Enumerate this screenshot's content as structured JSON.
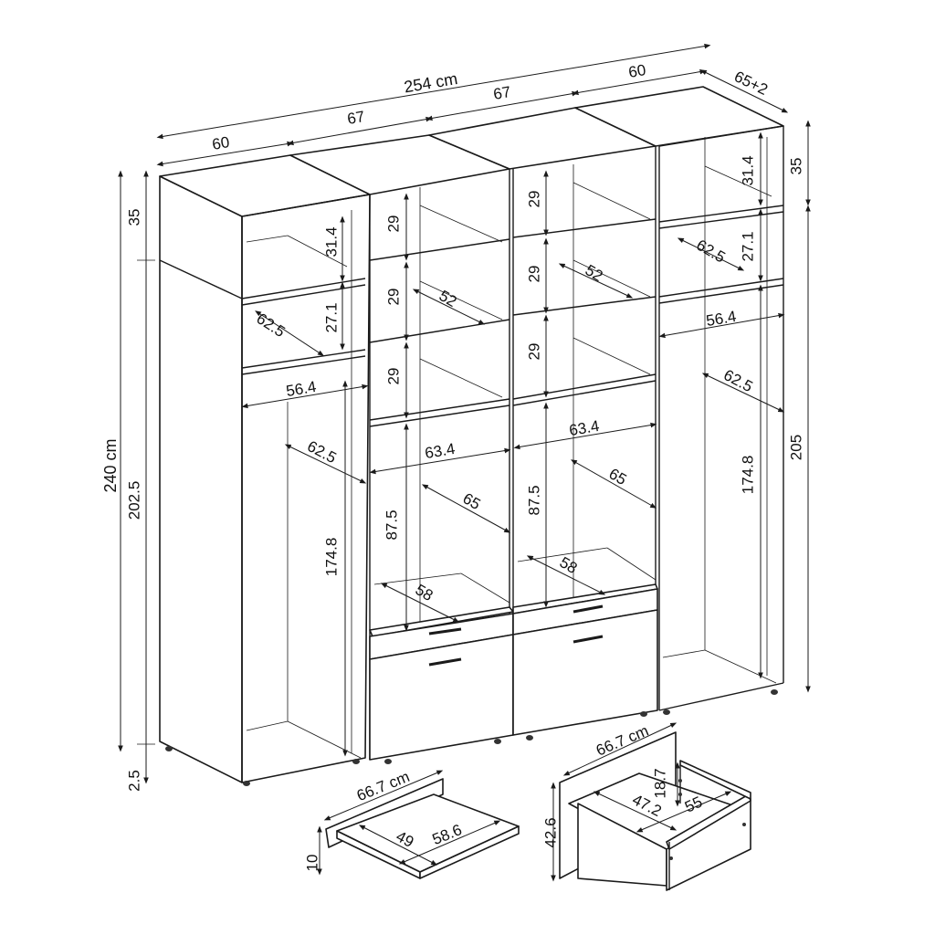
{
  "overall": {
    "width_total": "254 cm",
    "module_widths": [
      "60",
      "67",
      "67",
      "60"
    ],
    "depth": "65+2",
    "height_total": "240 cm",
    "left_heights": [
      "35",
      "202.5",
      "2.5"
    ],
    "right_heights": [
      "35",
      "205"
    ]
  },
  "left_cabinet": {
    "top_shelf_height": "31.4",
    "second_shelf_height": "27.1",
    "shelf_depth": "62.5",
    "inner_width": "56.4",
    "hanging_depth": "62.5",
    "hanging_height": "174.8"
  },
  "middle_left_cabinet": {
    "shelf_heights": [
      "29",
      "29",
      "29"
    ],
    "shelf_depth": "52",
    "inner_width": "63.4",
    "inner_depth": "65",
    "hanging_height": "87.5",
    "drawer_top_depth": "58"
  },
  "middle_right_cabinet": {
    "shelf_heights": [
      "29",
      "29",
      "29"
    ],
    "shelf_depth": "52",
    "inner_width": "63.4",
    "inner_depth": "65",
    "hanging_height": "87.5",
    "drawer_top_depth": "58"
  },
  "right_cabinet": {
    "top_shelf_height": "31.4",
    "second_shelf_height": "27.1",
    "shelf_depth": "62.5",
    "inner_width": "56.4",
    "hanging_depth": "62.5",
    "hanging_height": "174.8"
  },
  "shelf_insert": {
    "width": "66.7 cm",
    "height": "10",
    "inner_depth": "49",
    "depth": "58.6"
  },
  "drawer": {
    "width": "66.7 cm",
    "front_height": "42.6",
    "box_height": "18.7",
    "inner_depth": "47.2",
    "inner_width": "55"
  }
}
